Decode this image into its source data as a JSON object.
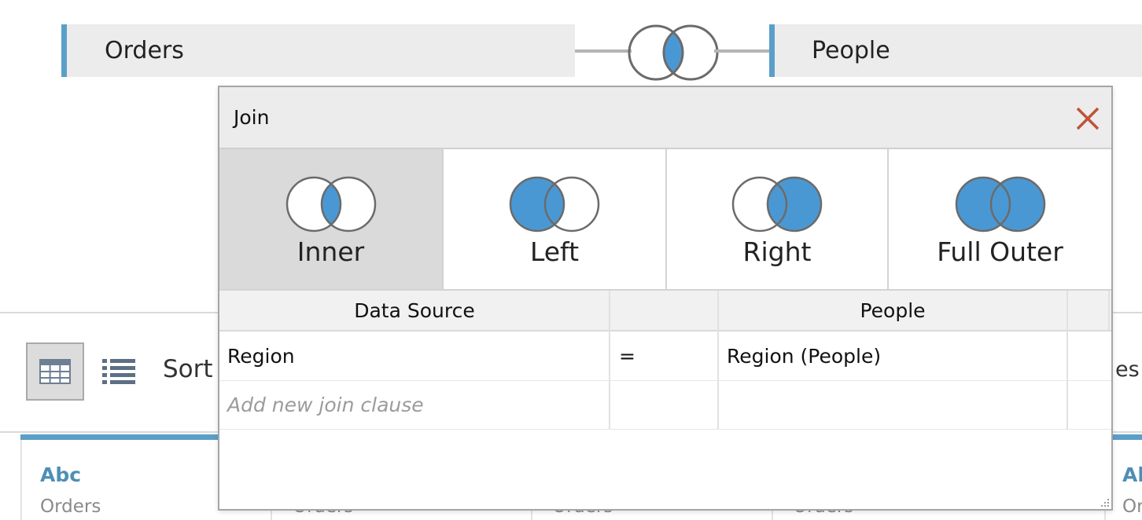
{
  "join_canvas": {
    "left_table": "Orders",
    "right_table": "People"
  },
  "toolbar": {
    "sort_label": "Sort",
    "right_edge_text": "es"
  },
  "grid": {
    "columns": [
      {
        "type": "Abc",
        "source": "Orders"
      },
      {
        "type": "",
        "source": "Orders"
      },
      {
        "type": "",
        "source": "Orders"
      },
      {
        "type": "",
        "source": "Orders"
      },
      {
        "type": "Al",
        "source": "Or"
      }
    ]
  },
  "dialog": {
    "title": "Join",
    "join_types": [
      {
        "label": "Inner",
        "icon": "venn-inner-icon",
        "selected": true
      },
      {
        "label": "Left",
        "icon": "venn-left-icon",
        "selected": false
      },
      {
        "label": "Right",
        "icon": "venn-right-icon",
        "selected": false
      },
      {
        "label": "Full Outer",
        "icon": "venn-full-outer-icon",
        "selected": false
      }
    ],
    "clauses": {
      "headers": {
        "left": "Data Source",
        "right": "People"
      },
      "rows": [
        {
          "left": "Region",
          "operator": "=",
          "right": "Region (People)"
        }
      ],
      "add_placeholder": "Add new join clause"
    }
  },
  "colors": {
    "accent_blue": "#5b9fc9",
    "venn_fill": "#4a98d3",
    "close_red": "#c0533a",
    "selected_bg": "#dadada"
  }
}
